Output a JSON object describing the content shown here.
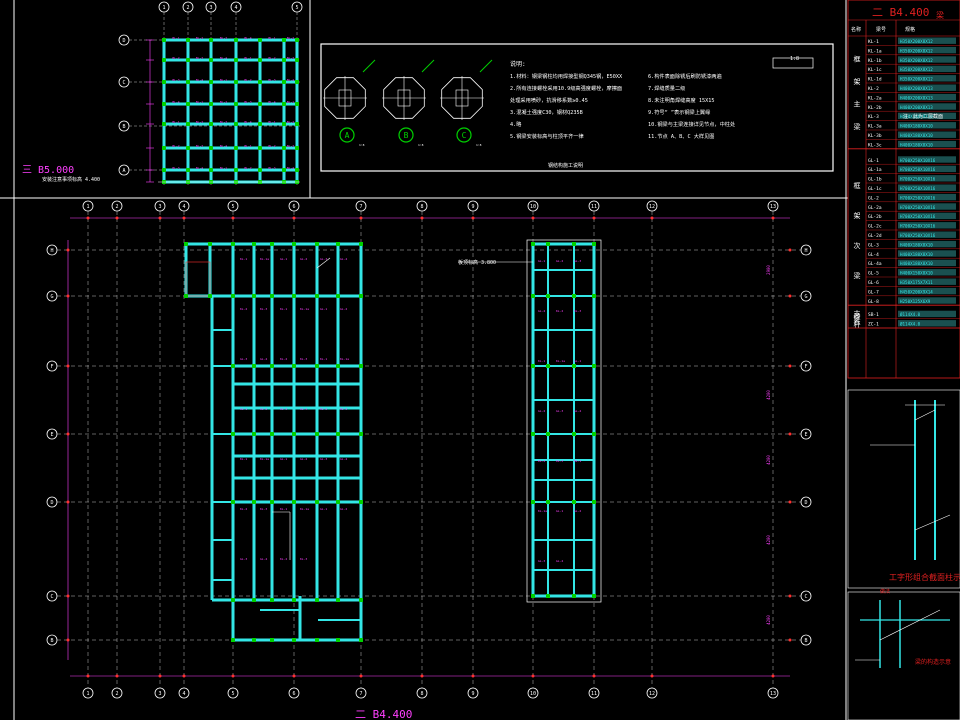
{
  "colors": {
    "background": "#000000",
    "beam": "#33e6e6",
    "axis": "#ffffff",
    "dim": "#ff40ff",
    "grid": "#c0c0c0",
    "node": "#00d000",
    "red": "#ff3030",
    "label_text": "#ff40ff",
    "table_red": "#e02020",
    "note_text": "#ffffff"
  },
  "key_plan": {
    "level_label": "三 B5.000",
    "elevation_note": "安装注意事项标高 4.400",
    "row_labels": [
      "D",
      "C",
      "B",
      "A"
    ],
    "beam_labels": [
      "BL-1",
      "BL-2",
      "BL-3",
      "BL-4"
    ]
  },
  "notes_box": {
    "node_labels": [
      "A",
      "B",
      "C"
    ],
    "node_subs": [
      "1:8",
      "1:8",
      "1:8"
    ],
    "title": "说明:",
    "lines_left": [
      "1.材料：钢梁钢柱均用焊接型钢Q345钢，E50XX",
      "2.所有连接螺栓采用10.9级高强度螺栓，摩擦面",
      "  处理采用喷砂，抗滑移系数≥0.45",
      "3.混凝土强度C30，钢材Q235B",
      "4.略",
      "5.钢梁安装标高与柱顶平齐一律"
    ],
    "lines_right": [
      "6.构件表面除锈后刷防锈漆两遍",
      "7.焊缝质量二级",
      "8.未注明角焊缝高度 15X15",
      "9.符号“ ”表示钢梁上翼缘",
      "10.钢梁与主梁连接详见节点，中柱处",
      "11.节点 A、B、C 大样见图"
    ],
    "footer": "钢结构施工说明",
    "scale_box": "1:8"
  },
  "main_plan": {
    "level_label": "二 B4.400",
    "elevation_annotation": "板顶标高 3.800",
    "top_axis_labels": [
      "1",
      "2",
      "3",
      "4",
      "5",
      "6",
      "7",
      "8",
      "9",
      "10",
      "11",
      "12",
      "13"
    ],
    "bottom_axis_labels": [
      "1",
      "2",
      "3",
      "4",
      "5",
      "6",
      "7",
      "8",
      "9",
      "10",
      "11",
      "12",
      "13"
    ],
    "left_row_labels": [
      "H",
      "G",
      "F",
      "E",
      "D",
      "C",
      "B",
      "A"
    ],
    "right_row_labels": [
      "H",
      "G",
      "F",
      "E",
      "D",
      "C",
      "B",
      "A"
    ],
    "beam_tags": [
      "KL-1",
      "KL-1a",
      "GL-1",
      "GL-2",
      "GL-3",
      "GL-4",
      "KL-2",
      "KL-3"
    ],
    "vertical_dims": [
      "2900",
      "4200",
      "4200",
      "4200",
      "4200"
    ]
  },
  "schedule": {
    "title": "二 B4.400",
    "title_suffix": "梁",
    "headers": [
      "名称",
      "梁号",
      "规格"
    ],
    "group1": {
      "name_chars": [
        "框",
        "架",
        "主",
        "梁"
      ],
      "rows": [
        [
          "KL-1",
          "H350X200X8X12"
        ],
        [
          "KL-1a",
          "H350X200X8X12"
        ],
        [
          "KL-1b",
          "H350X200X8X12"
        ],
        [
          "KL-1c",
          "H350X200X8X12"
        ],
        [
          "KL-1d",
          "H350X200X8X12"
        ],
        [
          "KL-2",
          "H400X200X8X13"
        ],
        [
          "KL-2a",
          "H400X200X8X13"
        ],
        [
          "KL-2b",
          "H400X200X8X13"
        ],
        [
          "KL-3",
          "H400X180X8X10"
        ],
        [
          "KL-3a",
          "H400X180X8X10"
        ],
        [
          "KL-3b",
          "H400X180X8X10"
        ],
        [
          "KL-3c",
          "H400X180X8X10"
        ]
      ]
    },
    "group2": {
      "name_chars": [
        "框",
        "架",
        "次",
        "梁"
      ],
      "rows": [
        [
          "GL-1",
          "H700X250X10X16"
        ],
        [
          "GL-1a",
          "H700X250X10X16"
        ],
        [
          "GL-1b",
          "H700X250X10X16"
        ],
        [
          "GL-1c",
          "H700X250X10X16"
        ],
        [
          "GL-2",
          "H700X250X10X16"
        ],
        [
          "GL-2a",
          "H700X250X10X16"
        ],
        [
          "GL-2b",
          "H700X250X10X16"
        ],
        [
          "GL-2c",
          "H700X250X10X16"
        ],
        [
          "GL-2d",
          "H700X250X10X16"
        ],
        [
          "GL-3",
          "H400X180X8X10"
        ],
        [
          "GL-4",
          "H400X180X8X10"
        ],
        [
          "GL-4a",
          "H400X180X8X10"
        ],
        [
          "GL-5",
          "H400X150X8X10"
        ],
        [
          "GL-6",
          "H350X175X7X11"
        ],
        [
          "GL-7",
          "H450X200X9X14"
        ],
        [
          "GL-8",
          "H250X125X6X9"
        ]
      ]
    },
    "group3": {
      "name_chars": [
        "支",
        "撑",
        "系",
        "杆"
      ],
      "rows": [
        [
          "SB-1",
          "Ø114X4.0"
        ],
        [
          "ZC-1",
          "Ø114X4.0"
        ]
      ]
    },
    "stub_note": "注：此为二层截面",
    "detail1_caption": "工字形组合截面柱示意",
    "detail2_caption": "梁的构造示意",
    "detail2_tag": "做法"
  }
}
